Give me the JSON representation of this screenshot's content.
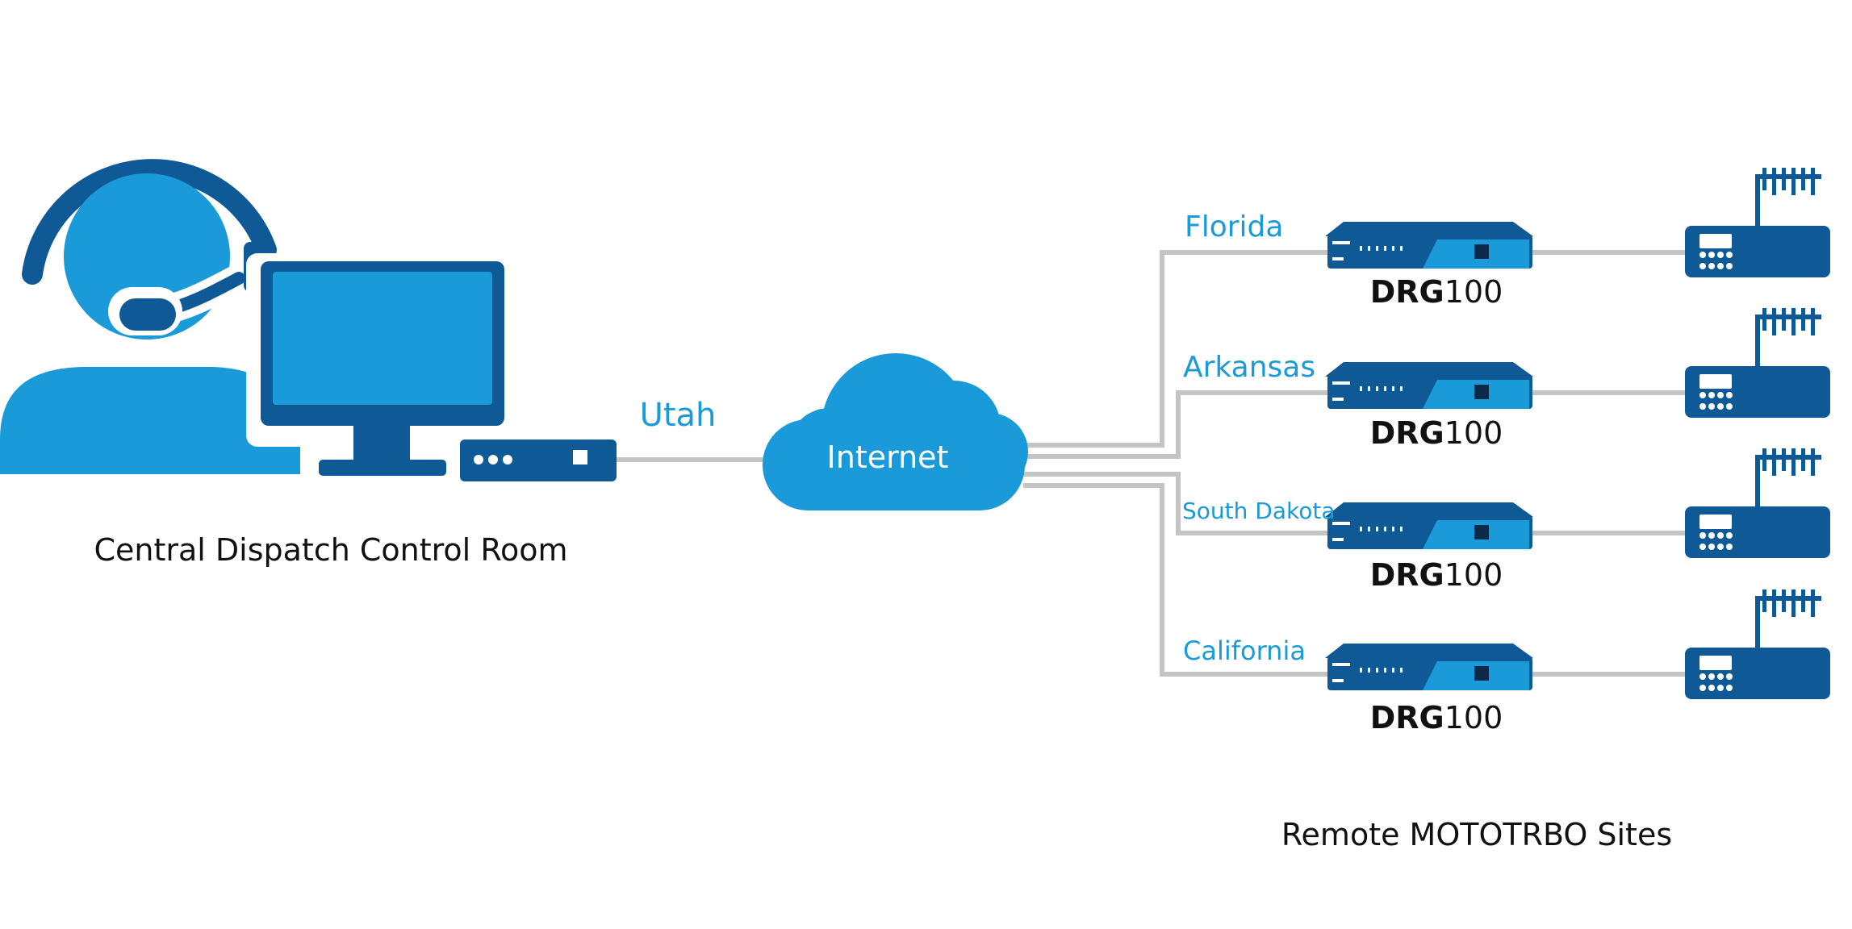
{
  "diagram": {
    "left_caption": "Central Dispatch Control Room",
    "right_caption": "Remote MOTOTRBO Sites",
    "central_site_label": "Utah",
    "cloud_label": "Internet",
    "gateway_bold": "DRG",
    "gateway_num": "100",
    "sites": [
      {
        "label": "Florida"
      },
      {
        "label": "Arkansas"
      },
      {
        "label": "South Dakota"
      },
      {
        "label": "California"
      }
    ]
  },
  "colors": {
    "dark_blue": "#0f5a96",
    "light_blue": "#1a9ad8",
    "line_gray": "#c4c4c4",
    "label_blue": "#1a9ad8",
    "text_black": "#111111"
  },
  "icons": [
    "dispatcher-headset-icon",
    "computer-monitor-icon",
    "network-box-icon",
    "internet-cloud-icon",
    "drg100-gateway-icon",
    "radio-repeater-icon"
  ]
}
